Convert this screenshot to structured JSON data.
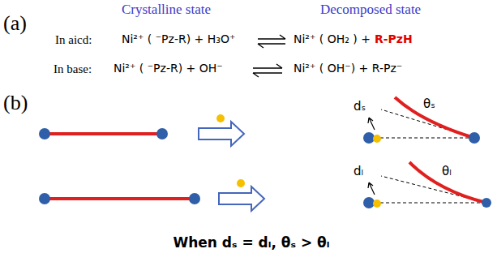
{
  "diagram": {
    "labels": [
      "(a)",
      "Crystalline state",
      "Decomposed state",
      "In aicd:",
      "Ni²⁺ ( ⁻Pz-R) + H₃O⁺",
      "Ni²⁺ ( OH₂ ) +",
      "R-PzH",
      "In base:",
      "Ni²⁺ ( ⁻Pz-R) + OH⁻",
      "Ni²⁺ ( OH⁻) + R-Pz⁻",
      "(b)",
      "dₛ",
      "θₛ",
      "dₗ",
      "θₗ",
      "When dₛ = dₗ, θₛ > θₗ"
    ]
  }
}
